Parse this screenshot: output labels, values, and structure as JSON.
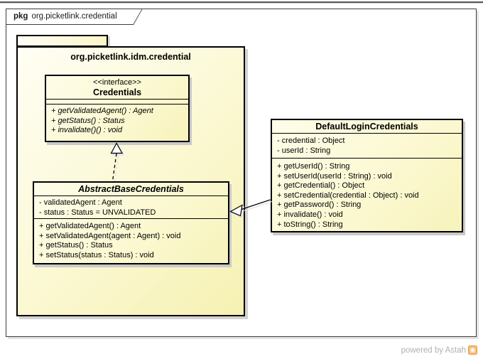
{
  "frame": {
    "tag": "pkg",
    "title": "org.picketlink.credential"
  },
  "package": {
    "name": "org.picketlink.idm.credential"
  },
  "classes": {
    "credentials": {
      "stereotype": "<<interface>>",
      "name": "Credentials",
      "attributes": [],
      "operations": [
        "+ getValidatedAgent() : Agent",
        "+ getStatus() : Status",
        "+ invalidate()() : void"
      ]
    },
    "abstract_base_credentials": {
      "name": "AbstractBaseCredentials",
      "attributes": [
        "- validatedAgent : Agent",
        "- status : Status = UNVALIDATED"
      ],
      "operations": [
        "+ getValidatedAgent() : Agent",
        "+ setValidatedAgent(agent : Agent) : void",
        "+ getStatus() : Status",
        "+ setStatus(status : Status) : void"
      ]
    },
    "default_login_credentials": {
      "name": "DefaultLoginCredentials",
      "attributes": [
        "- credential : Object",
        "- userId : String"
      ],
      "operations": [
        "+ getUserId() : String",
        "+ setUserId(userId : String) : void",
        "+ getCredential() : Object",
        "+ setCredential(credential : Object) : void",
        "+ getPassword() : String",
        "+ invalidate() : void",
        "+ toString() : String"
      ]
    }
  },
  "relationships": [
    {
      "type": "realization",
      "from": "AbstractBaseCredentials",
      "to": "Credentials"
    },
    {
      "type": "generalization",
      "from": "DefaultLoginCredentials",
      "to": "AbstractBaseCredentials"
    }
  ],
  "watermark": {
    "text": "powered by Astah"
  },
  "colors": {
    "node_fill_light": "#fefde9",
    "node_fill_dark": "#f7f3bb",
    "border": "#000000",
    "shadow": "#c9c9c9",
    "frame_border": "#3c3c3c",
    "watermark_text": "#b2b0ae",
    "astah_orange": "#f2a14f"
  }
}
